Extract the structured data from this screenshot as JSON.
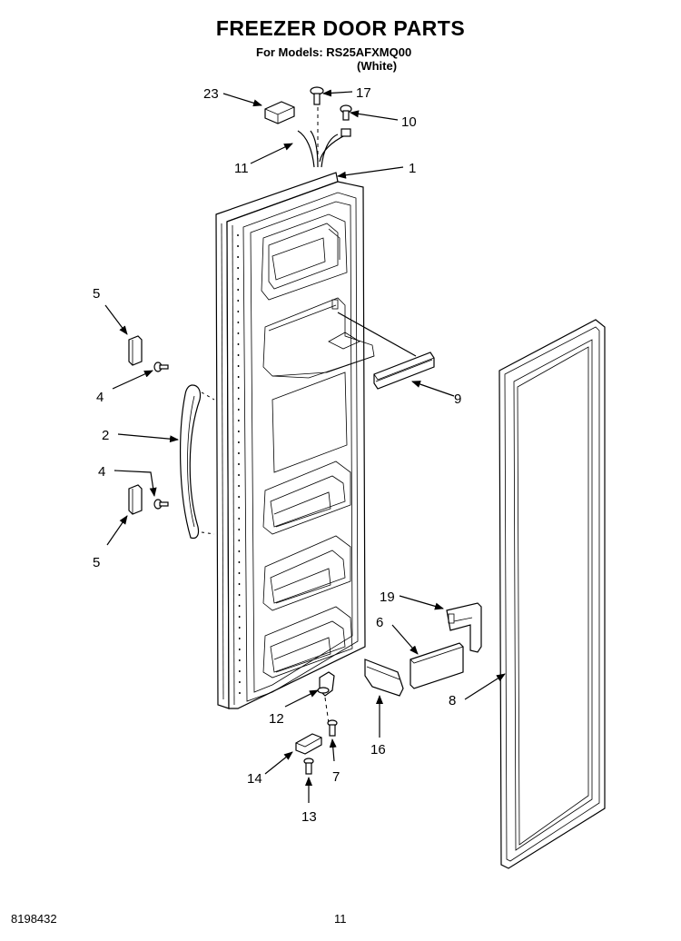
{
  "header": {
    "title": "FREEZER DOOR PARTS",
    "models_line": "For Models: RS25AFXMQ00",
    "color_line": "(White)"
  },
  "footer": {
    "doc_number": "8198432",
    "page_number": "11"
  },
  "callouts": [
    "23",
    "17",
    "10",
    "11",
    "1",
    "5",
    "4",
    "2",
    "9",
    "4",
    "5",
    "19",
    "6",
    "8",
    "12",
    "16",
    "14",
    "7",
    "13"
  ]
}
